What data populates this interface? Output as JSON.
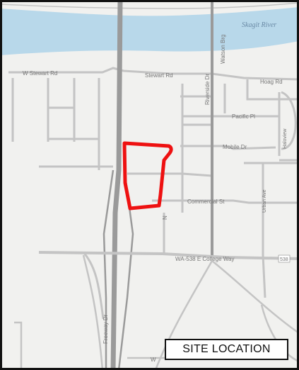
{
  "map": {
    "colors": {
      "water": "#b8d8ea",
      "land": "#f1f1ef",
      "road": "#c4c4c4",
      "highway": "#9a9a9a",
      "border": "#111111",
      "site_outline": "#ee1111"
    },
    "water_label": "Skagit River",
    "road_labels": {
      "w_stewart": "W Stewart Rd",
      "stewart": "Stewart Rd",
      "hoag": "Hoag Rd",
      "pacific": "Pacific Pl",
      "mobile": "Mobile Dr",
      "commercial": "Commercial St",
      "riverside": "Riverside Dr",
      "watson": "Watson Brg",
      "college_way": "WA-538 E College Way",
      "college_way_shield": "538",
      "freeway": "Freeway Dr",
      "urban": "Urban Ave",
      "n_street": "N",
      "w_bottom": "W",
      "haloview": "Haloview"
    },
    "site_label": "SITE LOCATION"
  }
}
